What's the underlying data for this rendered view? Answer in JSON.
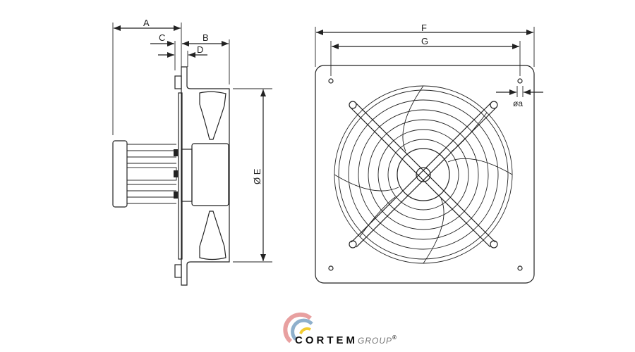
{
  "dimensions": {
    "A": "A",
    "B": "B",
    "C": "C",
    "D": "D",
    "E": "Ø E",
    "F": "F",
    "G": "G",
    "a": "øa"
  },
  "logo": {
    "name": "CORTEM",
    "group": "GROUP",
    "reg": "®",
    "colors": [
      "#e8a0a0",
      "#8fb0cc",
      "#f2cc30"
    ]
  }
}
